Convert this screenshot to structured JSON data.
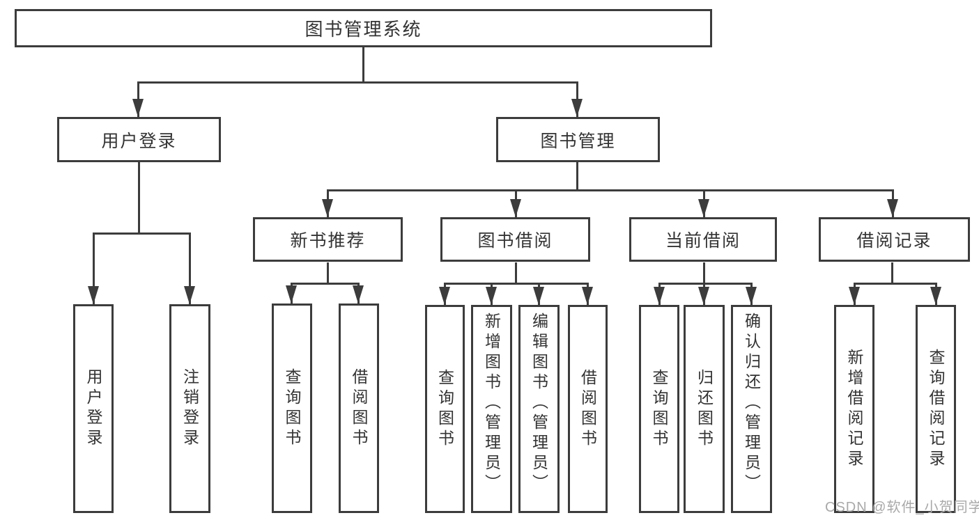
{
  "diagram": {
    "type": "tree",
    "root": {
      "label": "图书管理系统"
    },
    "level1": {
      "user_login": {
        "label": "用户登录"
      },
      "book_mgmt": {
        "label": "图书管理"
      }
    },
    "level2": {
      "new_books": {
        "label": "新书推荐",
        "parent": "book_mgmt"
      },
      "book_borrow": {
        "label": "图书借阅",
        "parent": "book_mgmt"
      },
      "current_borrow": {
        "label": "当前借阅",
        "parent": "book_mgmt"
      },
      "borrow_records": {
        "label": "借阅记录",
        "parent": "book_mgmt"
      }
    },
    "leaves": {
      "user_login_login": {
        "label": "用户登录",
        "parent": "user_login"
      },
      "user_login_logout": {
        "label": "注销登录",
        "parent": "user_login"
      },
      "new_books_query": {
        "label": "查询图书",
        "parent": "new_books"
      },
      "new_books_borrow": {
        "label": "借阅图书",
        "parent": "new_books"
      },
      "book_borrow_query": {
        "label": "查询图书",
        "parent": "book_borrow"
      },
      "book_borrow_add": {
        "label": "新增图书（管理员）",
        "parent": "book_borrow"
      },
      "book_borrow_edit": {
        "label": "编辑图书（管理员）",
        "parent": "book_borrow"
      },
      "book_borrow_borrow": {
        "label": "借阅图书",
        "parent": "book_borrow"
      },
      "current_query": {
        "label": "查询图书",
        "parent": "current_borrow"
      },
      "current_return": {
        "label": "归还图书",
        "parent": "current_borrow"
      },
      "current_confirm": {
        "label": "确认归还（管理员）",
        "parent": "current_borrow"
      },
      "records_add": {
        "label": "新增借阅记录",
        "parent": "borrow_records"
      },
      "records_query": {
        "label": "查询借阅记录",
        "parent": "borrow_records"
      }
    },
    "watermark": "CSDN @软件_小贺同学",
    "colors": {
      "line": "#3c3c3c",
      "text": "#333333",
      "watermark": "#a9a9a9",
      "background": "#ffffff"
    }
  }
}
